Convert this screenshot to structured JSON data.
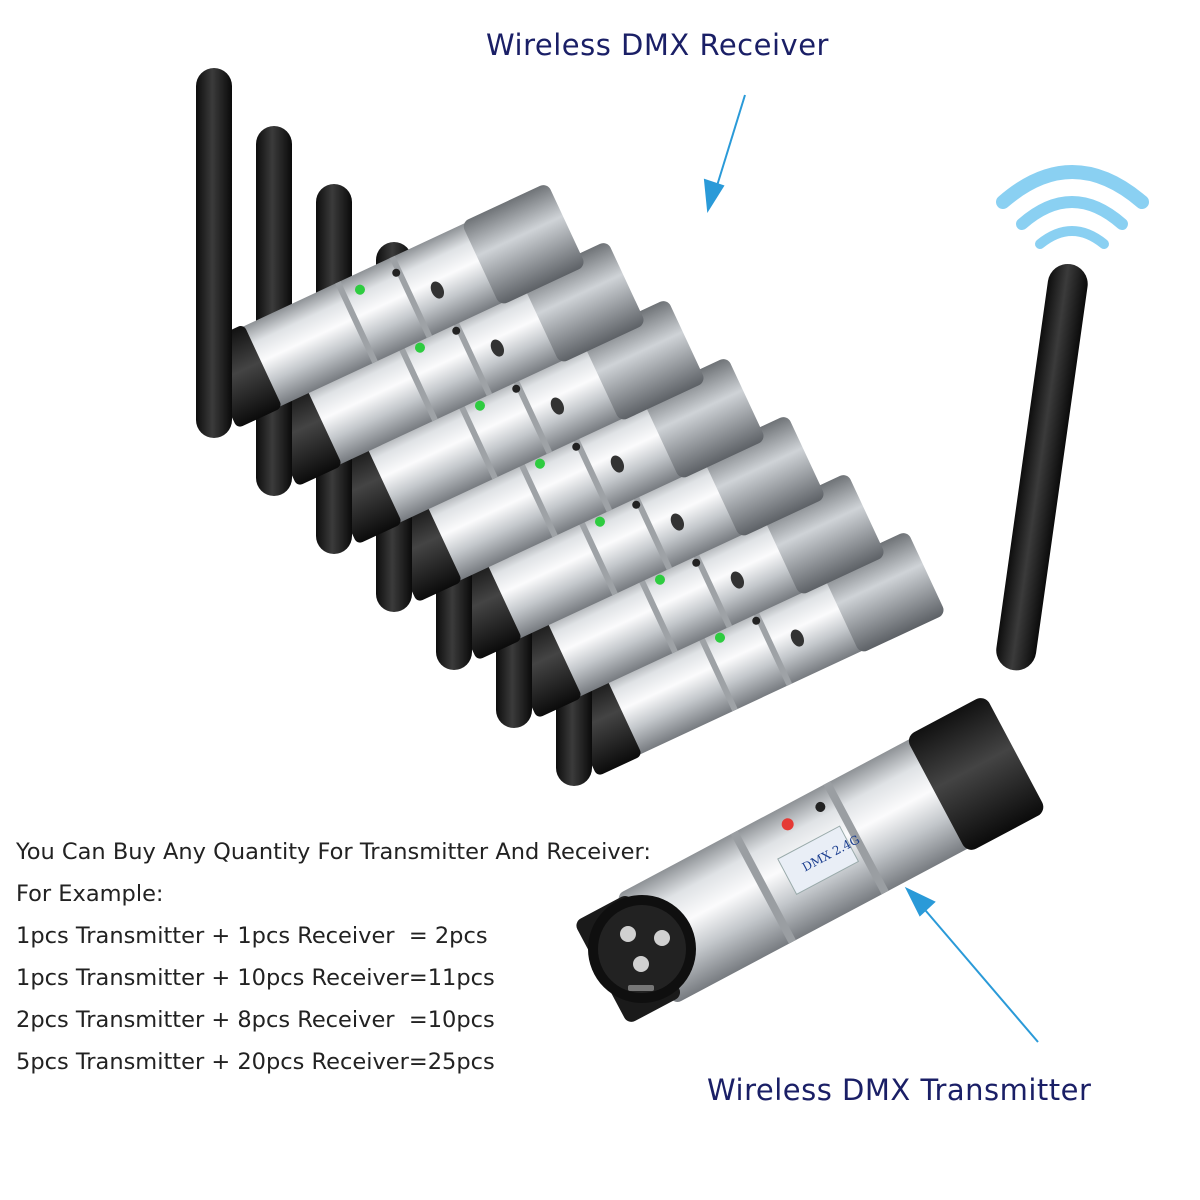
{
  "labels": {
    "receiver": "Wireless DMX Receiver",
    "transmitter": "Wireless DMX Transmitter"
  },
  "info": {
    "heading": "You Can Buy Any Quantity For Transmitter And Receiver:",
    "example_label": "For Example:",
    "examples": [
      "1pcs Transmitter + 1pcs Receiver  = 2pcs",
      "1pcs Transmitter + 10pcs Receiver=11pcs",
      "2pcs Transmitter + 8pcs Receiver  =10pcs",
      "5pcs Transmitter + 20pcs Receiver=25pcs"
    ]
  },
  "device": {
    "body_print": "DMX 2.4G"
  },
  "colors": {
    "label_text": "#1a1f66",
    "arrow": "#2a9ad8",
    "signal_waves": "#8ad0f2",
    "receiver_led": "#2ecc40",
    "transmitter_led": "#e53935"
  }
}
